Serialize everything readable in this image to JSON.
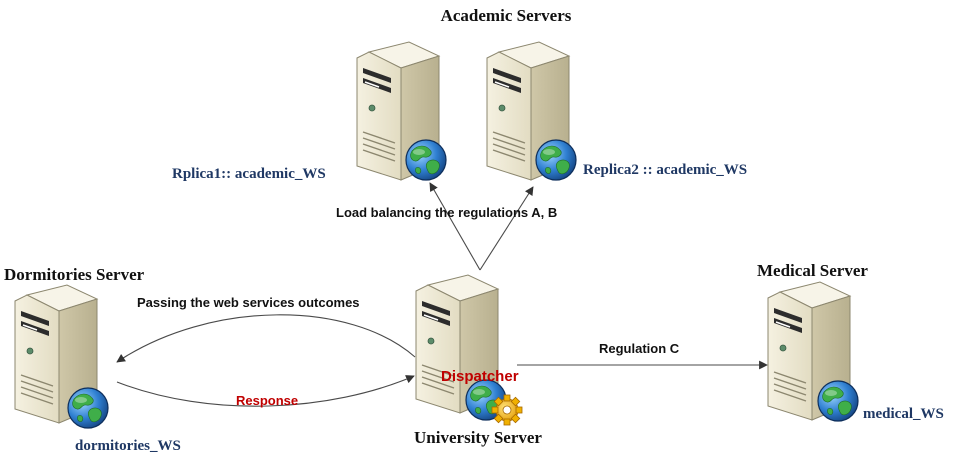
{
  "groups": {
    "academic_title": "Academic Servers",
    "dormitories_title": "Dormitories Server",
    "medical_title": "Medical Server",
    "university_title": "University Server"
  },
  "services": {
    "replica1": "Rplica1:: academic_WS",
    "replica2": "Replica2 :: academic_WS",
    "dormitories": "dormitories_WS",
    "medical": "medical_WS"
  },
  "edges": {
    "load_balancing": "Load balancing the regulations A, B",
    "passing": "Passing the web services outcomes",
    "response": "Response",
    "regulation_c": "Regulation C"
  },
  "dispatcher_label": "Dispatcher",
  "icons": {
    "server": "server-tower-icon",
    "globe": "globe-icon",
    "gear": "gear-icon"
  },
  "colors": {
    "label_blue": "#1f3864",
    "accent_red": "#c00000",
    "server_body": "#ece7d2"
  }
}
